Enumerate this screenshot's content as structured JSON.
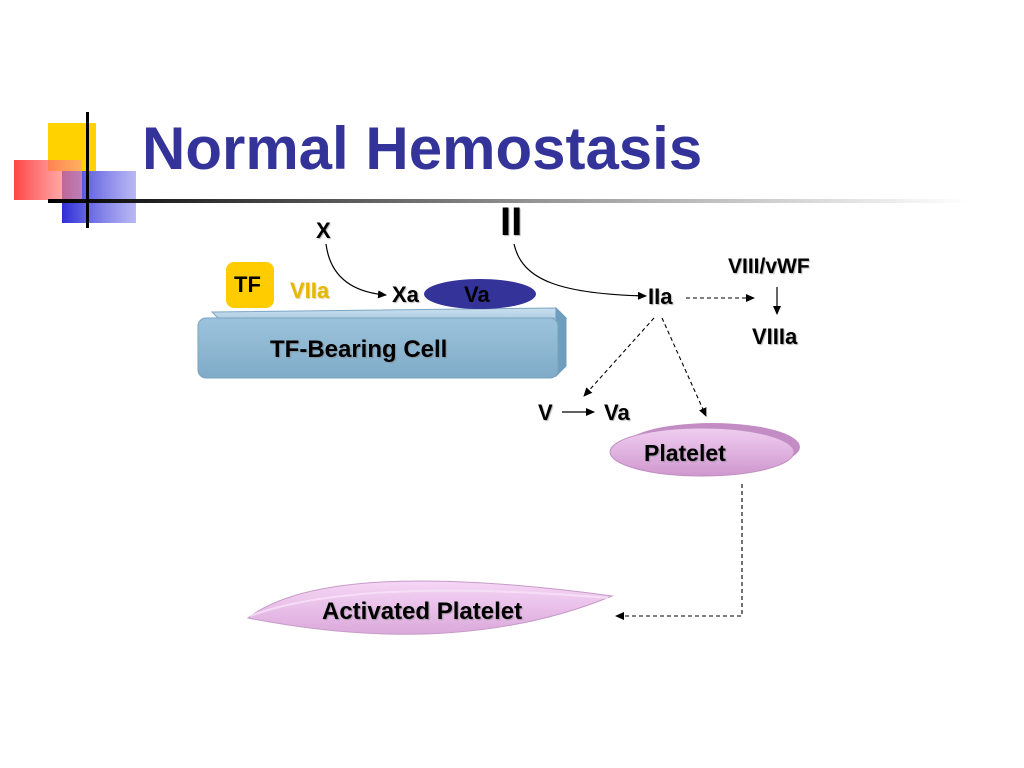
{
  "title": "Normal Hemostasis",
  "diagram": {
    "labels": {
      "x": "X",
      "ii": "II",
      "tf": "TF",
      "viia": "VIIa",
      "xa": "Xa",
      "va_cell": "Va",
      "tf_bearing_cell": "TF-Bearing Cell",
      "iia": "IIa",
      "viii_vwf": "VIII/vWF",
      "viiia": "VIIIa",
      "v": "V",
      "va_platelet": "Va",
      "platelet": "Platelet",
      "activated_platelet": "Activated Platelet"
    },
    "colors": {
      "title": "#333399",
      "tf_badge": "#FFCC00",
      "viia_text": "#E6B800",
      "va_ellipse": "#333399",
      "cell_body": "#8FB8D4",
      "platelet_fill": "#D9A8D9",
      "activated_platelet_fill": "#E9B8E9"
    }
  }
}
